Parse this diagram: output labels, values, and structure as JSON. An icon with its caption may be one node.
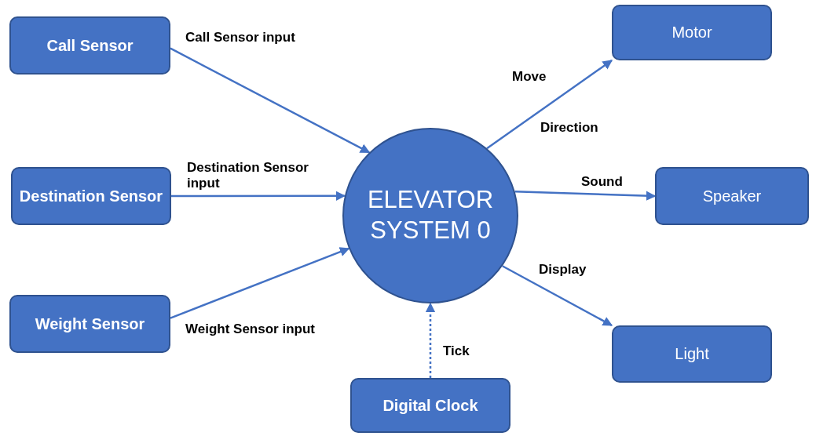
{
  "diagram": {
    "nodes": [
      {
        "text": [
          "Call Sensor"
        ]
      },
      {
        "text": [
          "Destination Sensor"
        ]
      },
      {
        "text": [
          "Weight Sensor"
        ]
      },
      {
        "text": [
          "ELEVATOR SYSTEM 0"
        ]
      },
      {
        "text": [
          "Motor"
        ]
      },
      {
        "text": [
          "Speaker"
        ]
      },
      {
        "text": [
          "Light"
        ]
      },
      {
        "text": [
          "Digital Clock"
        ]
      }
    ],
    "edges": [
      {
        "from": 0,
        "to": 3,
        "arrow": "to",
        "label": "Call Sensor input"
      },
      {
        "from": 1,
        "to": 3,
        "arrow": "to",
        "label": "Destination Sensor input"
      },
      {
        "from": 2,
        "to": 3,
        "arrow": "to",
        "label": "Weight Sensor input"
      },
      {
        "from": 3,
        "to": 4,
        "arrow": "to",
        "label": "Move"
      },
      {
        "from": 3,
        "to": 5,
        "arrow": "to",
        "label": "Sound"
      },
      {
        "from": 3,
        "to": 6,
        "arrow": "to",
        "label": "Display"
      },
      {
        "from": 7,
        "to": 3,
        "arrow": "to",
        "label": "Tick",
        "style": "dashed"
      }
    ],
    "labels": [
      "Direction"
    ]
  }
}
